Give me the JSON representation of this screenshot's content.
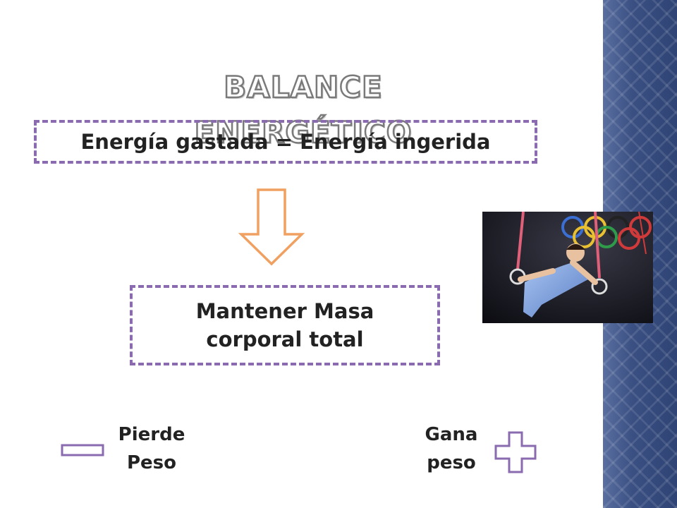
{
  "title": "BALANCE ENERGÉTICO",
  "equation_box": {
    "text": "Energía gastada = Energía ingerida"
  },
  "maintain_box": {
    "line1": "Mantener Masa",
    "line2": "corporal total"
  },
  "lose": {
    "line1": "Pierde",
    "line2": "Peso"
  },
  "gain": {
    "line1": "Gana",
    "line2": "peso"
  },
  "photo": {
    "subject": "gymnast on rings in front of olympic rings"
  },
  "icons": {
    "arrow": "arrow-down-icon",
    "minus": "minus-icon",
    "plus": "plus-icon"
  },
  "colors": {
    "box_border": "#8a6bb0",
    "arrow": "#f0a060",
    "sign_outline": "#8a6bb0",
    "sidebar": "#3e5384",
    "title_outline": "#7a7a7a"
  }
}
